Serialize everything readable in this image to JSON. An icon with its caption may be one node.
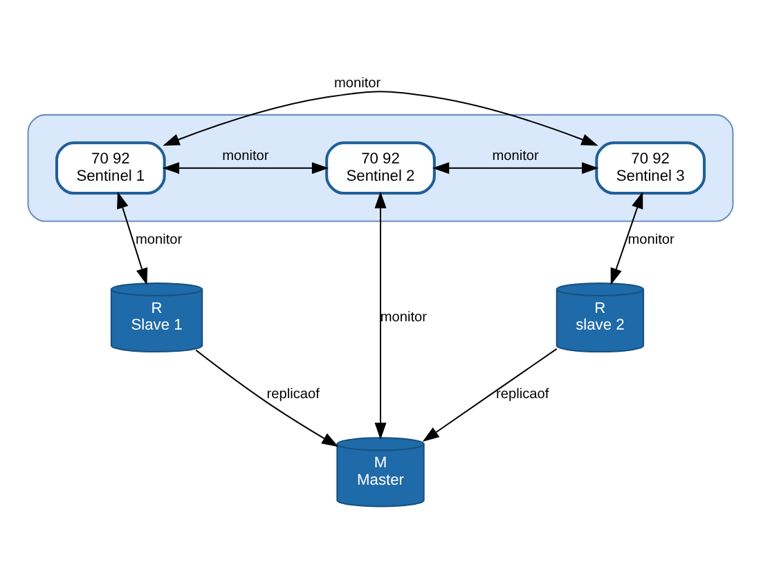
{
  "diagram": {
    "nodes": [
      {
        "text": [],
        "shape": "box"
      },
      {
        "text": [
          "70 92",
          "Sentinel 1"
        ],
        "in": 0
      },
      {
        "text": [
          "70 92",
          "Sentinel 2"
        ],
        "in": 0
      },
      {
        "text": [
          "70 92",
          "Sentinel 3"
        ],
        "in": 0
      },
      {
        "text": [
          "M",
          "Master"
        ]
      },
      {
        "text": [
          "R",
          "Slave 1"
        ]
      },
      {
        "text": [
          "R",
          "slave 2"
        ]
      }
    ],
    "edges": [
      {
        "from": 1,
        "to": 3,
        "arrow": "both",
        "label": "monitor"
      },
      {
        "from": 1,
        "to": 2,
        "arrow": "both",
        "label": "monitor"
      },
      {
        "from": 2,
        "to": 3,
        "arrow": "both",
        "label": "monitor"
      },
      {
        "from": 1,
        "to": 5,
        "arrow": "both",
        "label": "monitor"
      },
      {
        "from": 2,
        "to": 4,
        "arrow": "both",
        "label": "monitor"
      },
      {
        "from": 3,
        "to": 6,
        "arrow": "both",
        "label": "monitor"
      },
      {
        "from": 5,
        "to": 4,
        "arrow": "to",
        "label": "replicaof"
      },
      {
        "from": 6,
        "to": 4,
        "arrow": "to",
        "label": "replicaof"
      }
    ]
  }
}
